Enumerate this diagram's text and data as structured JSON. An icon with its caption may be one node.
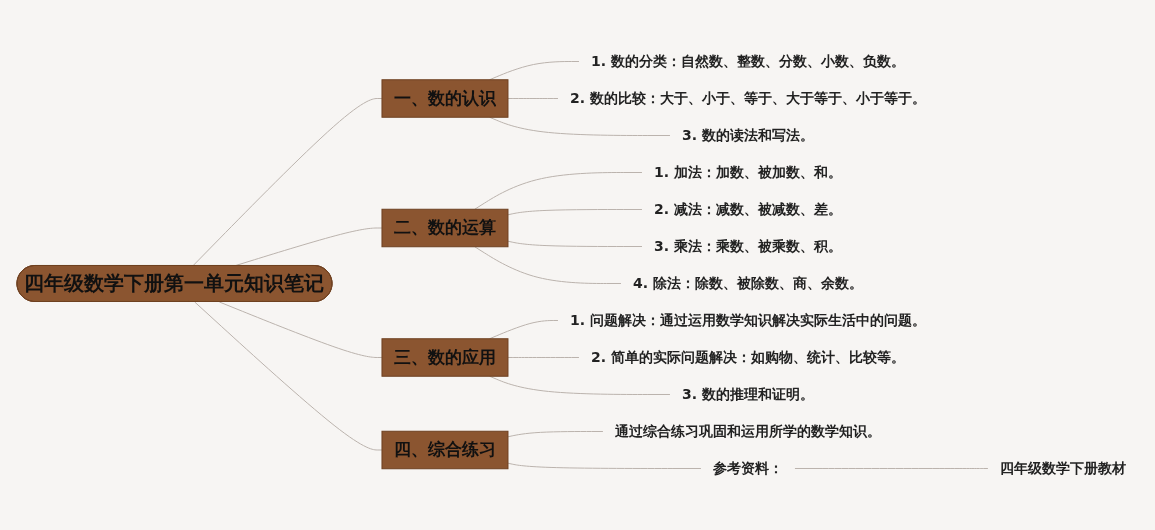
{
  "diagram": {
    "nodes": [
      {
        "text": [
          "四年级数学下册第一单元知识笔记"
        ]
      },
      {
        "text": [
          "一、数的认识"
        ]
      },
      {
        "text": [
          "1. 数的分类：自然数、整数、分数、小数、负数。"
        ]
      },
      {
        "text": [
          "2. 数的比较：大于、小于、等于、大于等于、小于等于。"
        ]
      },
      {
        "text": [
          "3. 数的读法和写法。"
        ]
      },
      {
        "text": [
          "二、数的运算"
        ]
      },
      {
        "text": [
          "1. 加法：加数、被加数、和。"
        ]
      },
      {
        "text": [
          "2. 减法：减数、被减数、差。"
        ]
      },
      {
        "text": [
          "3. 乘法：乘数、被乘数、积。"
        ]
      },
      {
        "text": [
          "4. 除法：除数、被除数、商、余数。"
        ]
      },
      {
        "text": [
          "三、数的应用"
        ]
      },
      {
        "text": [
          "1. 问题解决：通过运用数学知识解决实际生活中的问题。"
        ]
      },
      {
        "text": [
          "2. 简单的实际问题解决：如购物、统计、比较等。"
        ]
      },
      {
        "text": [
          "3. 数的推理和证明。"
        ]
      },
      {
        "text": [
          "四、综合练习"
        ]
      },
      {
        "text": [
          "通过综合练习巩固和运用所学的数学知识。"
        ]
      },
      {
        "text": [
          "参考资料："
        ]
      },
      {
        "text": [
          "四年级数学下册教材"
        ]
      }
    ],
    "edges": [
      {
        "from": 0,
        "to": 1,
        "arrow": "none"
      },
      {
        "from": 1,
        "to": 2,
        "arrow": "none"
      },
      {
        "from": 1,
        "to": 3,
        "arrow": "none"
      },
      {
        "from": 1,
        "to": 4,
        "arrow": "none"
      },
      {
        "from": 0,
        "to": 5,
        "arrow": "none"
      },
      {
        "from": 5,
        "to": 6,
        "arrow": "none"
      },
      {
        "from": 5,
        "to": 7,
        "arrow": "none"
      },
      {
        "from": 5,
        "to": 8,
        "arrow": "none"
      },
      {
        "from": 5,
        "to": 9,
        "arrow": "none"
      },
      {
        "from": 0,
        "to": 10,
        "arrow": "none"
      },
      {
        "from": 10,
        "to": 11,
        "arrow": "none"
      },
      {
        "from": 10,
        "to": 12,
        "arrow": "none"
      },
      {
        "from": 10,
        "to": 13,
        "arrow": "none"
      },
      {
        "from": 0,
        "to": 14,
        "arrow": "none"
      },
      {
        "from": 14,
        "to": 15,
        "arrow": "none"
      },
      {
        "from": 14,
        "to": 16,
        "arrow": "none"
      },
      {
        "from": 16,
        "to": 17,
        "arrow": "none"
      }
    ]
  }
}
